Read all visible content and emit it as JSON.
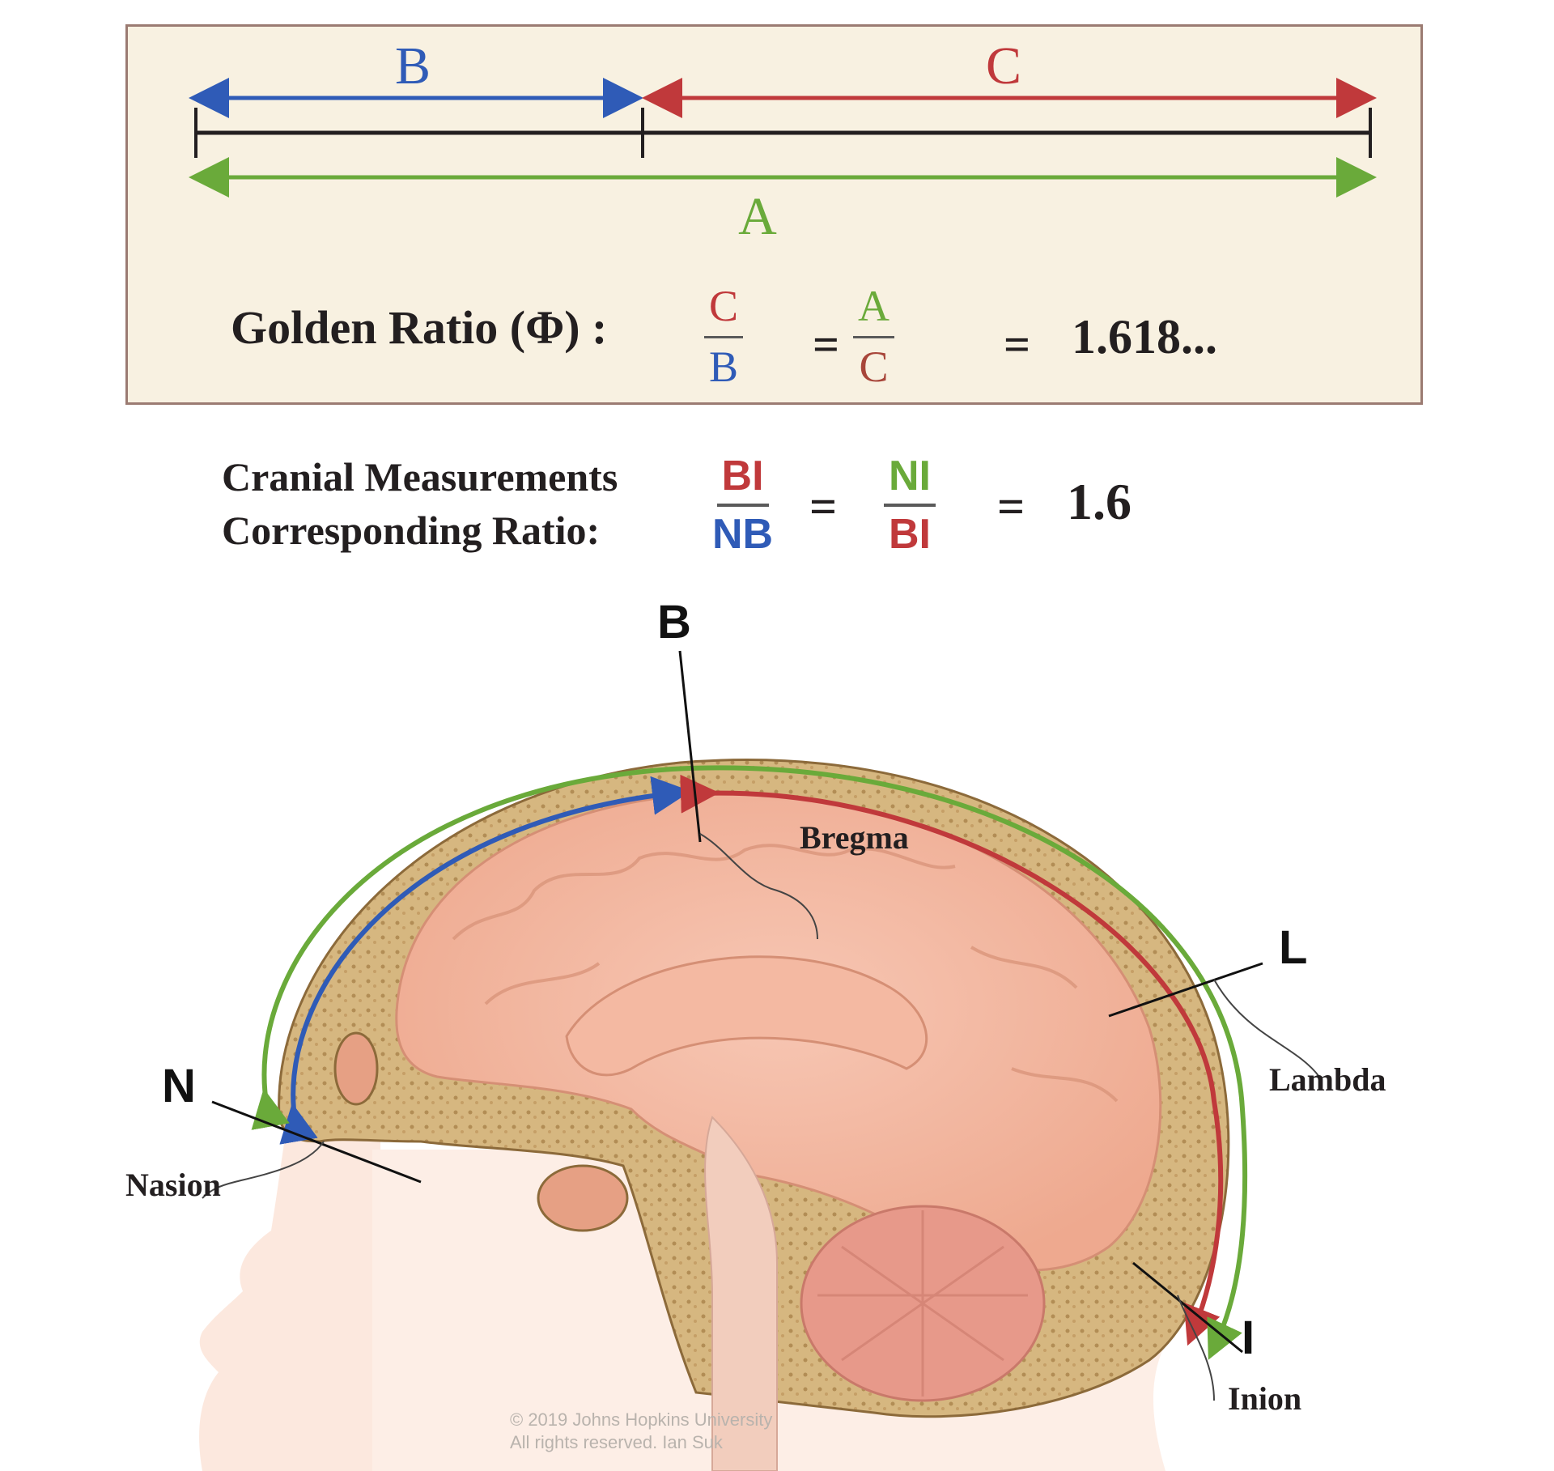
{
  "colors": {
    "blue": "#2f5bb7",
    "red": "#c0393b",
    "green": "#6aaa3a",
    "black": "#231f20",
    "box_bg": "#f8f1e1",
    "box_border": "#9b7b72"
  },
  "golden": {
    "labels": {
      "b": "B",
      "c": "C",
      "a": "A"
    },
    "title": "Golden Ratio (Φ) :",
    "frac1": {
      "num": "C",
      "den": "B"
    },
    "frac2": {
      "num": "A",
      "den": "C"
    },
    "eq1": "=",
    "eq2": "=",
    "value": "1.618..."
  },
  "cranial": {
    "line1": "Cranial Measurements",
    "line2": "Corresponding Ratio:",
    "frac1": {
      "num": "BI",
      "den": "NB"
    },
    "frac2": {
      "num": "NI",
      "den": "BI"
    },
    "eq1": "=",
    "eq2": "=",
    "value": "1.6"
  },
  "anatomy": {
    "points": {
      "b": {
        "letter": "B",
        "name": "Bregma"
      },
      "l": {
        "letter": "L",
        "name": "Lambda"
      },
      "n": {
        "letter": "N",
        "name": "Nasion"
      },
      "i": {
        "letter": "I",
        "name": "Inion"
      }
    },
    "copyright_line1": "© 2019 Johns Hopkins University",
    "copyright_line2": "All rights reserved. Ian Suk"
  }
}
